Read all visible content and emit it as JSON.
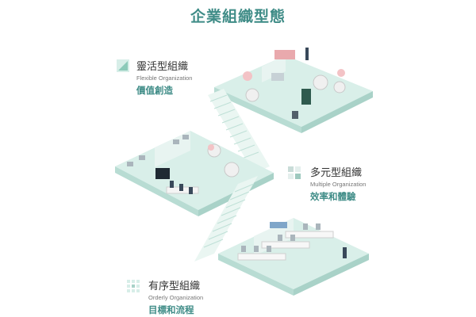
{
  "title": "企業組織型態",
  "colors": {
    "accent": "#3f8c87",
    "floor_top": "#d9efe9",
    "floor_side": "#b8dcd3",
    "stair": "#eaf6f2",
    "stair_edge": "#bfe0d7"
  },
  "sections": [
    {
      "title": "靈活型組織",
      "english": "Flexible Organization",
      "value": "價值創造",
      "icon": "triangle-icon"
    },
    {
      "title": "多元型組織",
      "english": "Multiple Organization",
      "value": "效率和體驗",
      "icon": "squares-icon"
    },
    {
      "title": "有序型組織",
      "english": "Orderly Organization",
      "value": "目標和流程",
      "icon": "grid-icon"
    }
  ]
}
